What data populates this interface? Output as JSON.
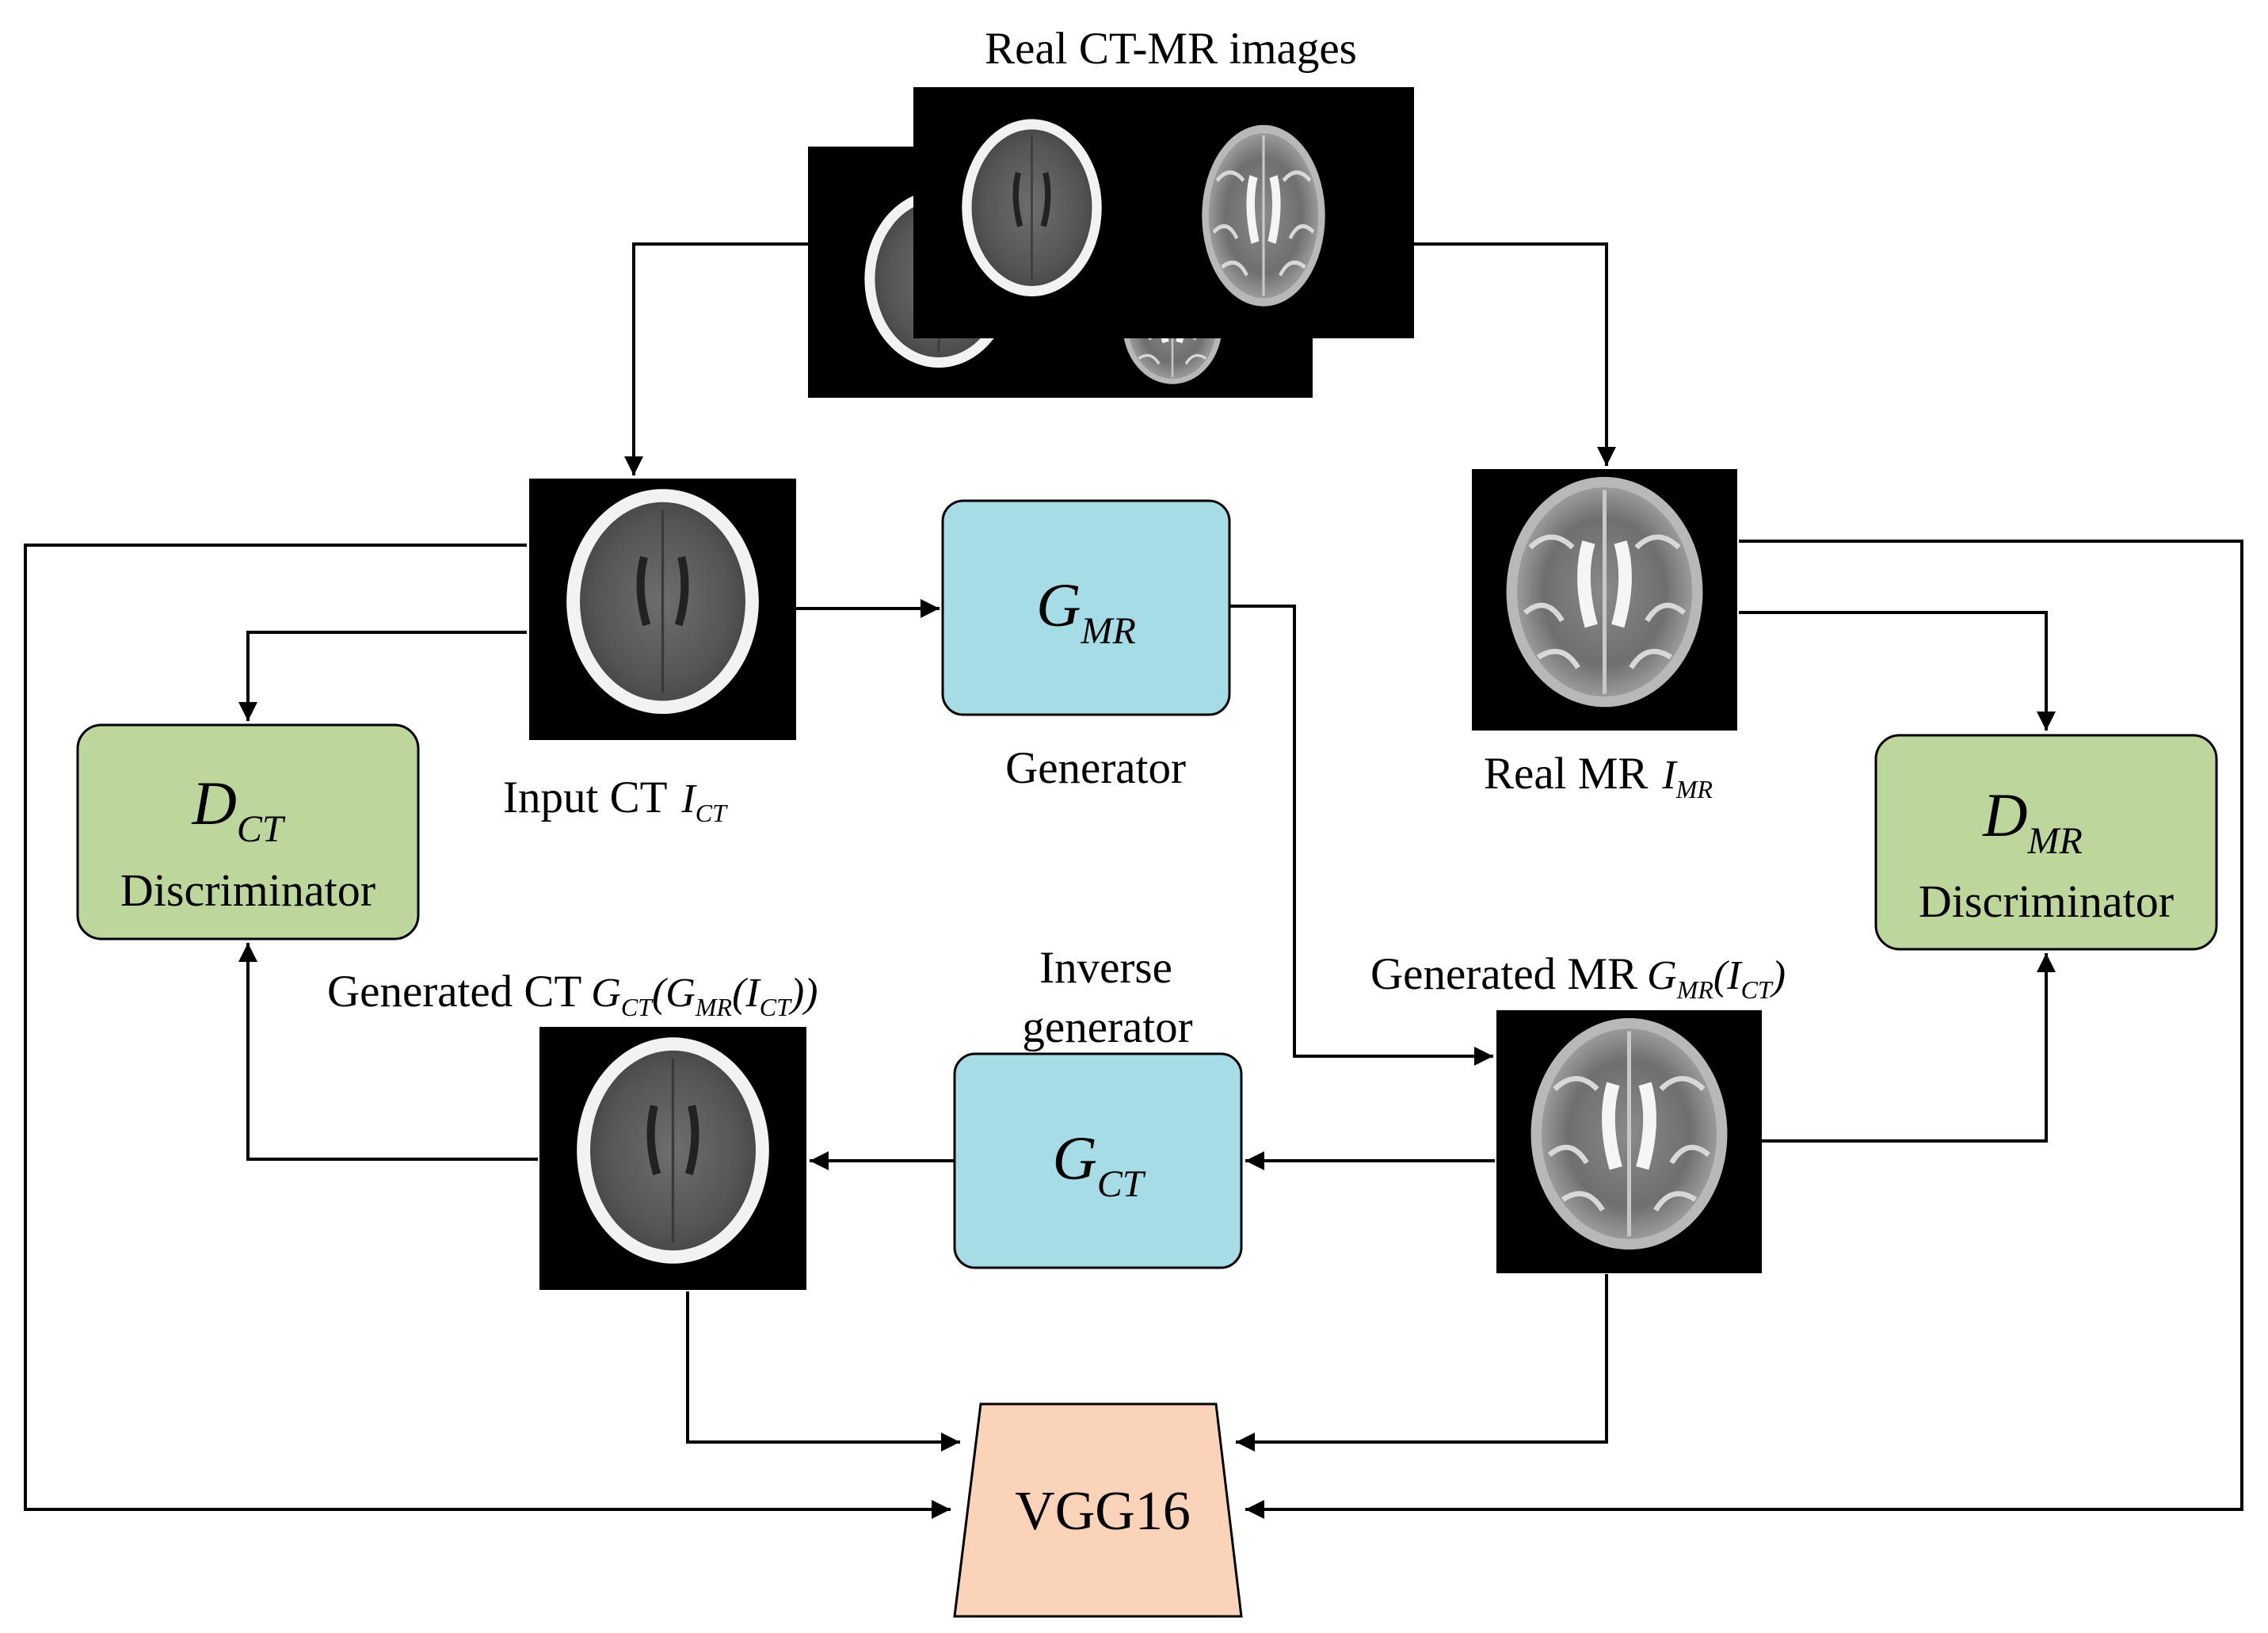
{
  "title": "Real CT-MR images",
  "images": {
    "input_ct": {
      "label": "Input CT",
      "math_base": "I",
      "math_sub": "CT"
    },
    "real_mr": {
      "label": "Real MR",
      "math_base": "I",
      "math_sub": "MR"
    },
    "generated_mr": {
      "label": "Generated MR",
      "math_g": "G",
      "math_g_sub": "MR",
      "math_arg": "I",
      "math_arg_sub": "CT"
    },
    "generated_ct": {
      "label": "Generated CT",
      "math_g": "G",
      "math_g_sub": "CT",
      "math_inner_g": "G",
      "math_inner_g_sub": "MR",
      "math_arg": "I",
      "math_arg_sub": "CT"
    }
  },
  "boxes": {
    "g_mr": {
      "base": "G",
      "sub": "MR",
      "caption": "Generator"
    },
    "g_ct": {
      "base": "G",
      "sub": "CT",
      "caption_line1": "Inverse",
      "caption_line2": "generator"
    },
    "d_ct": {
      "base": "D",
      "sub": "CT",
      "caption": "Discriminator"
    },
    "d_mr": {
      "base": "D",
      "sub": "MR",
      "caption": "Discriminator"
    },
    "vgg": {
      "label": "VGG16"
    }
  },
  "colors": {
    "generator_fill": "#a6dce6",
    "discriminator_fill": "#bcd69c",
    "vgg_fill": "#fbd3b8",
    "line": "#000000"
  }
}
